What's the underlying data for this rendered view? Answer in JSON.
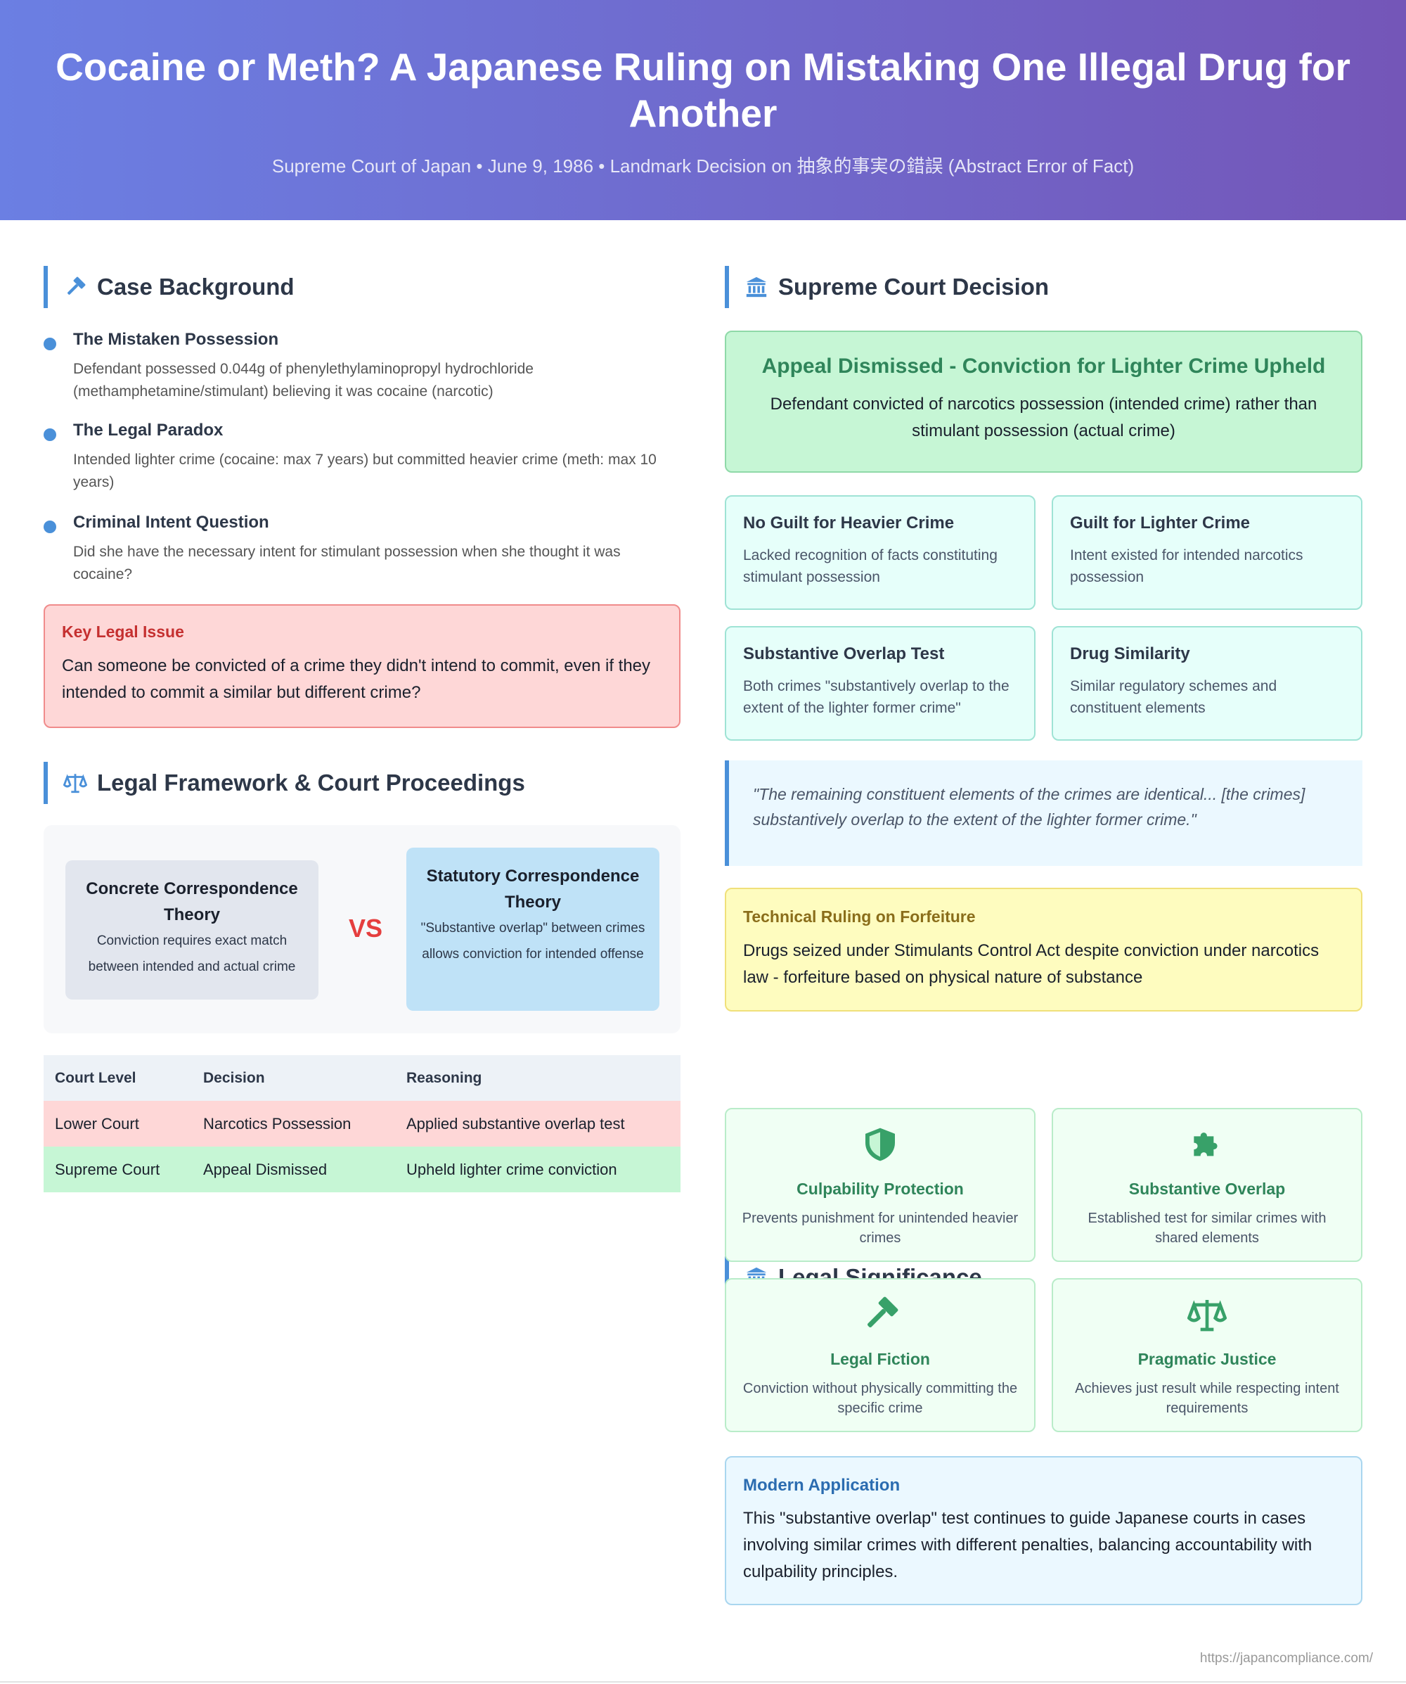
{
  "header": {
    "title": "Cocaine or Meth? A Japanese Ruling on Mistaking One Illegal Drug for Another",
    "subtitle": "Supreme Court of Japan • June 9, 1986 • Landmark Decision on 抽象的事実の錯誤 (Abstract Error of Fact)"
  },
  "background": {
    "title": "Case Background",
    "items": [
      {
        "title": "The Mistaken Possession",
        "desc": "Defendant possessed 0.044g of phenylethylaminopropyl hydrochloride (methamphetamine/stimulant) believing it was cocaine (narcotic)"
      },
      {
        "title": "The Legal Paradox",
        "desc": "Intended lighter crime (cocaine: max 7 years) but committed heavier crime (meth: max 10 years)"
      },
      {
        "title": "Criminal Intent Question",
        "desc": "Did she have the necessary intent for stimulant possession when she thought it was cocaine?"
      }
    ],
    "issue": {
      "title": "Key Legal Issue",
      "desc": "Can someone be convicted of a crime they didn't intend to commit, even if they intended to commit a similar but different crime?"
    }
  },
  "framework": {
    "title": "Legal Framework & Court Proceedings",
    "theory_a": {
      "title": "Concrete Correspondence Theory",
      "desc": "Conviction requires exact match between intended and actual crime"
    },
    "vs": "VS",
    "theory_b": {
      "title": "Statutory Correspondence Theory",
      "desc": "\"Substantive overlap\" between crimes allows conviction for intended offense"
    },
    "table": {
      "headers": [
        "Court Level",
        "Decision",
        "Reasoning"
      ],
      "rows": [
        [
          "Lower Court",
          "Narcotics Possession",
          "Applied substantive overlap test"
        ],
        [
          "Supreme Court",
          "Appeal Dismissed",
          "Upheld lighter crime conviction"
        ]
      ]
    }
  },
  "decision": {
    "title": "Supreme Court Decision",
    "main": {
      "title": "Appeal Dismissed - Conviction for Lighter Crime Upheld",
      "desc": "Defendant convicted of narcotics possession (intended crime) rather than stimulant possession (actual crime)"
    },
    "cards": [
      {
        "title": "No Guilt for Heavier Crime",
        "desc": "Lacked recognition of facts constituting stimulant possession"
      },
      {
        "title": "Guilt for Lighter Crime",
        "desc": "Intent existed for intended narcotics possession"
      },
      {
        "title": "Substantive Overlap Test",
        "desc": "Both crimes \"substantively overlap to the extent of the lighter former crime\""
      },
      {
        "title": "Drug Similarity",
        "desc": "Similar regulatory schemes and constituent elements"
      }
    ],
    "quote": "\"The remaining constituent elements of the crimes are identical... [the crimes] substantively overlap to the extent of the lighter former crime.\"",
    "forfeiture": {
      "title": "Technical Ruling on Forfeiture",
      "desc": "Drugs seized under Stimulants Control Act despite conviction under narcotics law - forfeiture based on physical nature of substance"
    }
  },
  "significance": {
    "title": "Legal Significance",
    "cards": [
      {
        "icon": "shield-icon",
        "title": "Culpability Protection",
        "desc": "Prevents punishment for unintended heavier crimes"
      },
      {
        "icon": "puzzle-icon",
        "title": "Substantive Overlap",
        "desc": "Established test for similar crimes with shared elements"
      },
      {
        "icon": "gavel-icon",
        "title": "Legal Fiction",
        "desc": "Conviction without physically committing the specific crime"
      },
      {
        "icon": "scales-icon",
        "title": "Pragmatic Justice",
        "desc": "Achieves just result while respecting intent requirements"
      }
    ],
    "modern": {
      "title": "Modern Application",
      "desc": "This \"substantive overlap\" test continues to guide Japanese courts in cases involving similar crimes with different penalties, balancing accountability with culpability principles."
    }
  },
  "footer": {
    "url": "https://japancompliance.com/"
  },
  "colors": {
    "accent": "#4a90d9",
    "green": "#2f855a",
    "red": "#e53e3e",
    "header_start": "#6b7fe3",
    "header_end": "#7456b8"
  }
}
